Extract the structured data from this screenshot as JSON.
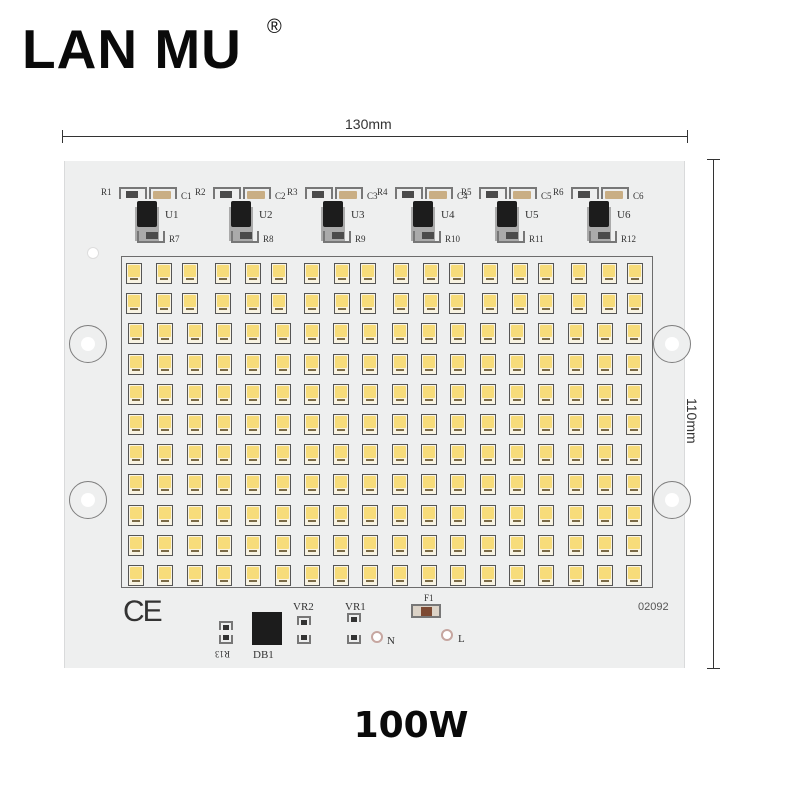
{
  "brand": {
    "name": "LAN MU",
    "registered_mark": "®"
  },
  "dimensions": {
    "width_label": "130mm",
    "height_label": "110mm"
  },
  "board": {
    "color": "#eeefef",
    "drivers": [
      {
        "ic": "U1",
        "r_top": "R1",
        "cap": "C1",
        "r_bottom": "R7"
      },
      {
        "ic": "U2",
        "r_top": "R2",
        "cap": "C2",
        "r_bottom": "R8"
      },
      {
        "ic": "U3",
        "r_top": "R3",
        "cap": "C3",
        "r_bottom": "R9"
      },
      {
        "ic": "U4",
        "r_top": "R4",
        "cap": "C4",
        "r_bottom": "R10"
      },
      {
        "ic": "U5",
        "r_top": "R5",
        "cap": "C5",
        "r_bottom": "R11"
      },
      {
        "ic": "U6",
        "r_top": "R6",
        "cap": "C6",
        "r_bottom": "R12"
      }
    ],
    "led_array": {
      "rows": 11,
      "columns": 18,
      "chip_color": "#f7dc7a"
    },
    "ce_mark": "CE",
    "serial": "02092",
    "components": {
      "rectifier": "DB1",
      "resistor": "R13",
      "varistor_2": "VR2",
      "varistor_1": "VR1",
      "fuse": "F1",
      "neutral": "N",
      "live": "L"
    }
  },
  "power_label": "100W"
}
